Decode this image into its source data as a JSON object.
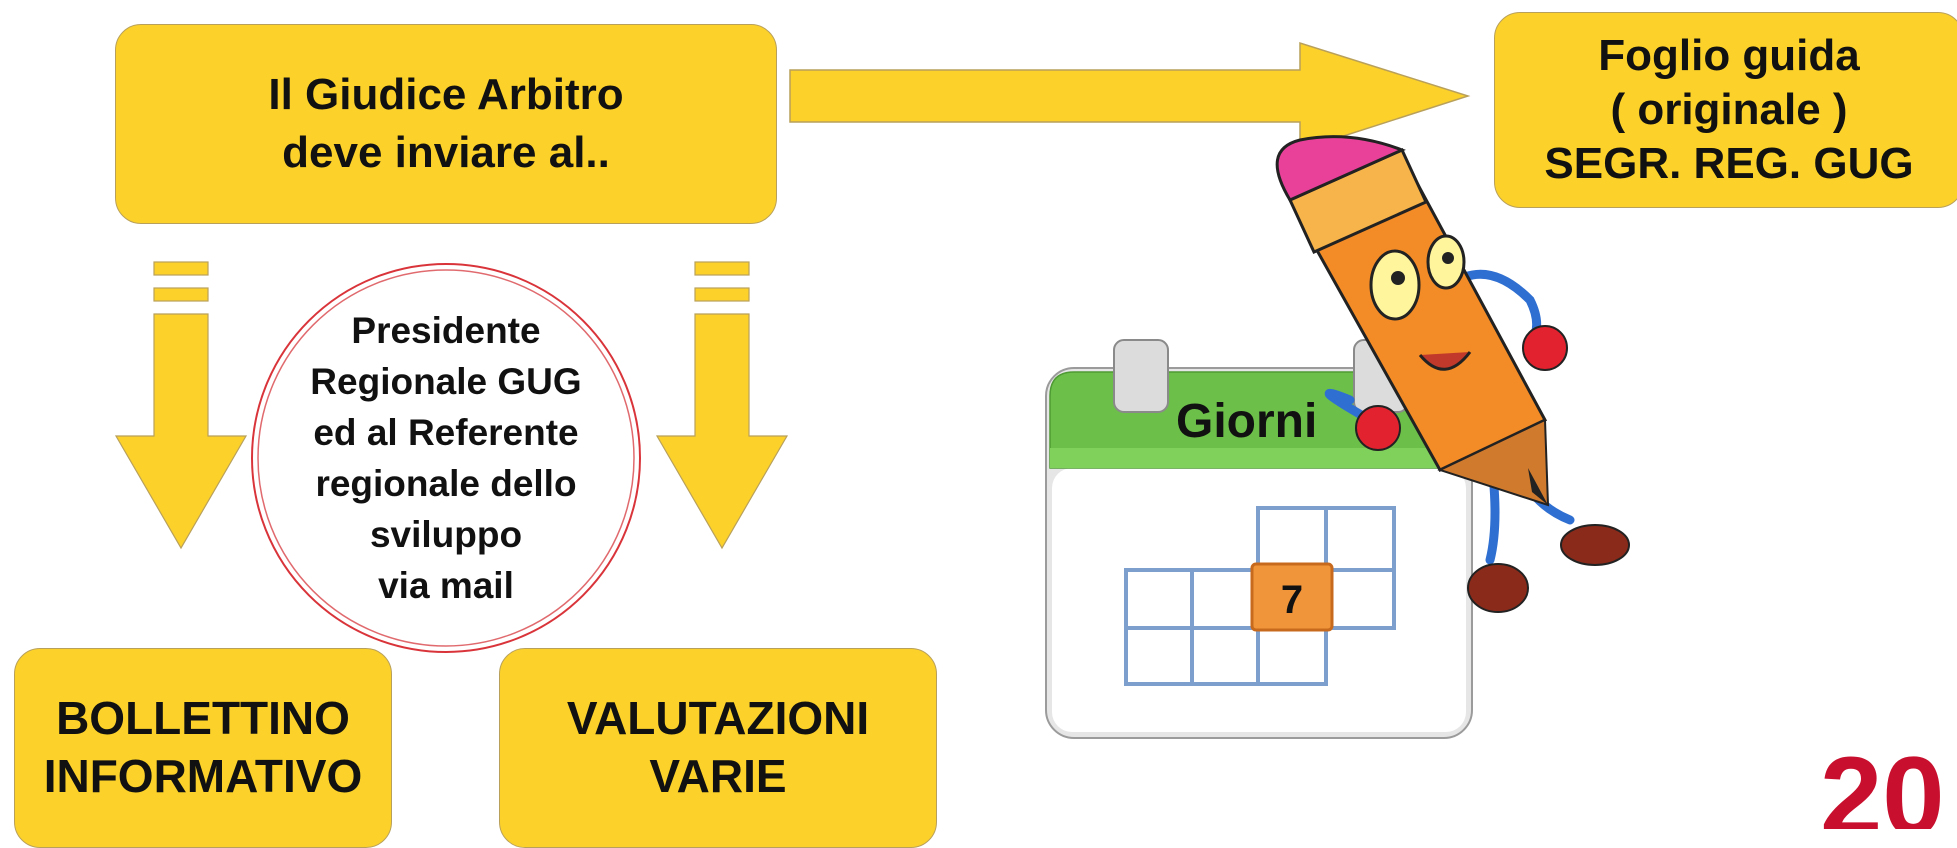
{
  "diagram": {
    "source_box": {
      "lines": [
        "Il Giudice Arbitro",
        "deve inviare al.."
      ]
    },
    "target_box": {
      "lines": [
        "Foglio guida",
        "( originale )",
        "SEGR. REG. GUG"
      ]
    },
    "circle": {
      "lines": [
        "Presidente",
        "Regionale GUG",
        "ed al  Referente",
        "regionale  dello",
        "sviluppo",
        "via mail"
      ]
    },
    "left_box": {
      "lines": [
        "BOLLETTINO",
        "INFORMATIVO"
      ]
    },
    "right_box": {
      "lines": [
        "VALUTAZIONI",
        "VARIE"
      ]
    },
    "calendar": {
      "title": "Giorni",
      "day": "7"
    },
    "corner_text": "20"
  },
  "colors": {
    "box_fill": "#fcd22a",
    "arrow_fill": "#fcd22a",
    "circle_border": "#d9343a",
    "calendar_header": "#6cc04a",
    "calendar_highlight": "#f0953a",
    "corner_red": "#c8102e"
  }
}
